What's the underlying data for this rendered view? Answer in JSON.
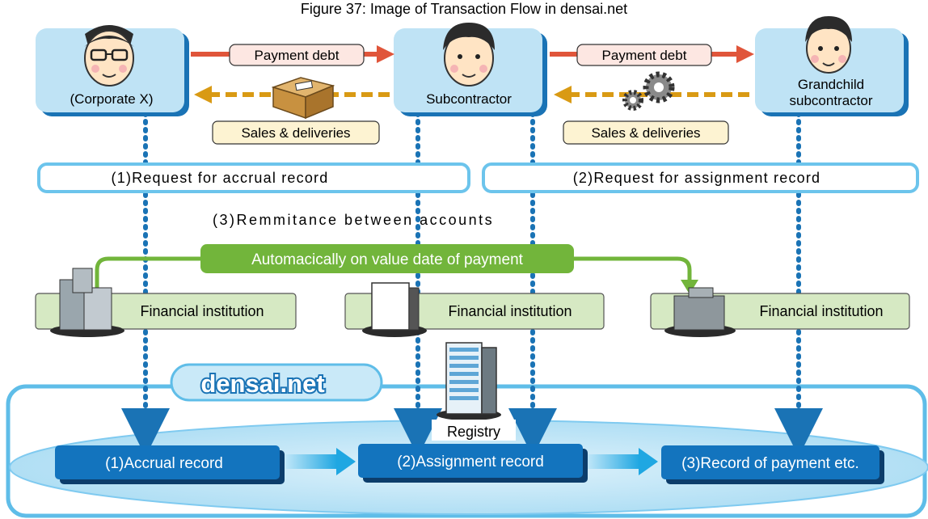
{
  "title": "Figure 37: Image of Transaction Flow in densai.net",
  "parties": {
    "left": "(Corporate X)",
    "middle": "Subcontractor",
    "right_line1": "Grandchild",
    "right_line2": "subcontractor"
  },
  "flows": {
    "payment_debt_1": "Payment debt",
    "payment_debt_2": "Payment debt",
    "sales_deliveries_1": "Sales & deliveries",
    "sales_deliveries_2": "Sales & deliveries"
  },
  "requests": {
    "accrual": "(1)Request for accrual record",
    "assignment": "(2)Request for assignment record"
  },
  "remittance": {
    "heading": "(3)Remmitance between accounts",
    "auto": "Automacically on value date of payment"
  },
  "institutions": {
    "left": "Financial institution",
    "middle": "Financial institution",
    "right": "Financial institution"
  },
  "densai": {
    "logo": "densai.net",
    "registry": "Registry"
  },
  "records": {
    "accrual": "(1)Accrual record",
    "assignment": "(2)Assignment record",
    "payment": "(3)Record of payment etc."
  },
  "colors": {
    "party_box": "#bfe3f5",
    "party_border": "#1a73b5",
    "debt_arrow": "#e0553a",
    "delivery_arrow": "#d99a14",
    "label_fill": "#fdf3d2",
    "request_border": "#6cc4ec",
    "auto_arrow": "#72b53b",
    "institution_fill": "#d6e9c3",
    "dotted_line": "#1a73b5",
    "densai_panel": "#5fbde8",
    "record_fill": "#1374be",
    "record_arrow": "#2fb3e8"
  }
}
